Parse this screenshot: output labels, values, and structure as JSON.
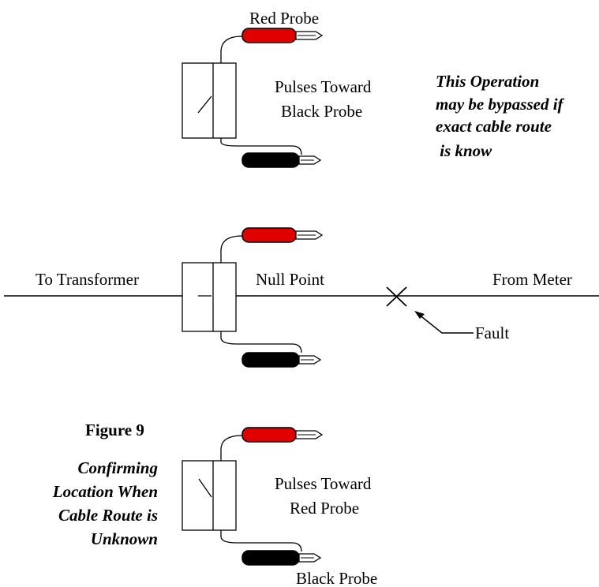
{
  "top_diagram": {
    "red_probe_label": "Red Probe",
    "direction_line1": "Pulses Toward",
    "direction_line2": "Black Probe",
    "note_lines": [
      "This Operation",
      "may be bypassed if",
      "exact cable route",
      " is know"
    ]
  },
  "middle_diagram": {
    "to_transformer": "To Transformer",
    "null_point": "Null Point",
    "from_meter": "From Meter",
    "fault": "Fault"
  },
  "bottom_diagram": {
    "figure_label": "Figure 9",
    "caption_lines": [
      "Confirming",
      "Location When",
      "Cable Route is",
      "Unknown"
    ],
    "direction_line1": "Pulses Toward",
    "direction_line2": "Red Probe",
    "black_probe_label": "Black Probe"
  },
  "colors": {
    "red_probe": "#e00000",
    "black_probe": "#000000",
    "line": "#000000"
  }
}
